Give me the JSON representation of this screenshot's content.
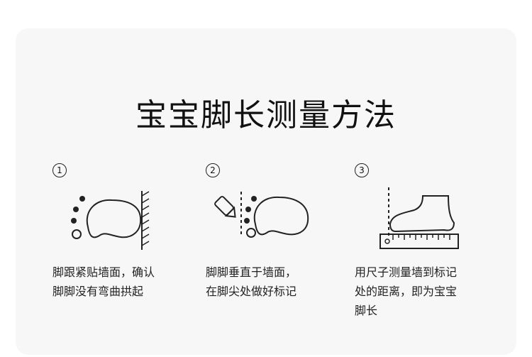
{
  "title": "宝宝脚长测量方法",
  "steps": [
    {
      "number": "1",
      "lines": [
        "脚跟紧贴墙面，确认",
        "脚脚没有弯曲拱起"
      ]
    },
    {
      "number": "2",
      "lines": [
        "脚脚垂直于墙面，",
        "在脚尖处做好标记"
      ]
    },
    {
      "number": "3",
      "lines": [
        "用尺子测量墙到标记",
        "处的距离，即为宝宝",
        "脚长"
      ]
    }
  ],
  "colors": {
    "background": "#f7f7f7",
    "ink": "#1a1a1a"
  },
  "icons": [
    "foot-against-wall-icon",
    "foot-with-pencil-mark-icon",
    "ruler-foot-side-icon"
  ]
}
